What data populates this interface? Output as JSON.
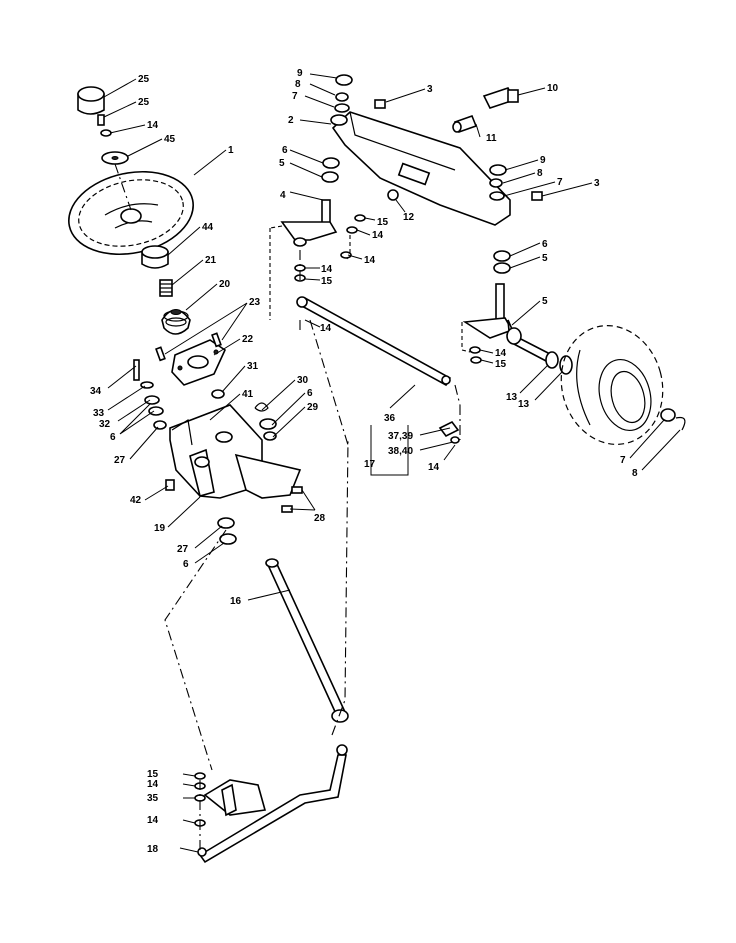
{
  "callouts": [
    {
      "id": "c1",
      "text": "25"
    },
    {
      "id": "c2",
      "text": "25"
    },
    {
      "id": "c3",
      "text": "14"
    },
    {
      "id": "c4",
      "text": "45"
    },
    {
      "id": "c5",
      "text": "1"
    },
    {
      "id": "c6",
      "text": "44"
    },
    {
      "id": "c7",
      "text": "21"
    },
    {
      "id": "c8",
      "text": "20"
    },
    {
      "id": "c9",
      "text": "23"
    },
    {
      "id": "c10",
      "text": "22"
    },
    {
      "id": "c11",
      "text": "34"
    },
    {
      "id": "c12",
      "text": "33"
    },
    {
      "id": "c13",
      "text": "32"
    },
    {
      "id": "c14",
      "text": "6"
    },
    {
      "id": "c15",
      "text": "27"
    },
    {
      "id": "c16",
      "text": "31"
    },
    {
      "id": "c17",
      "text": "41"
    },
    {
      "id": "c18",
      "text": "30"
    },
    {
      "id": "c19",
      "text": "6"
    },
    {
      "id": "c20",
      "text": "29"
    },
    {
      "id": "c21",
      "text": "42"
    },
    {
      "id": "c22",
      "text": "19"
    },
    {
      "id": "c23",
      "text": "28"
    },
    {
      "id": "c24",
      "text": "27"
    },
    {
      "id": "c25",
      "text": "6"
    },
    {
      "id": "c26",
      "text": "16"
    },
    {
      "id": "c27",
      "text": "9"
    },
    {
      "id": "c28",
      "text": "8"
    },
    {
      "id": "c29",
      "text": "7"
    },
    {
      "id": "c30",
      "text": "3"
    },
    {
      "id": "c31",
      "text": "10"
    },
    {
      "id": "c32",
      "text": "2"
    },
    {
      "id": "c33",
      "text": "11"
    },
    {
      "id": "c34",
      "text": "6"
    },
    {
      "id": "c35",
      "text": "5"
    },
    {
      "id": "c36",
      "text": "9"
    },
    {
      "id": "c37",
      "text": "8"
    },
    {
      "id": "c38",
      "text": "7"
    },
    {
      "id": "c39",
      "text": "3"
    },
    {
      "id": "c40",
      "text": "12"
    },
    {
      "id": "c41",
      "text": "4"
    },
    {
      "id": "c42",
      "text": "15"
    },
    {
      "id": "c43",
      "text": "14"
    },
    {
      "id": "c44",
      "text": "14"
    },
    {
      "id": "c45",
      "text": "14"
    },
    {
      "id": "c46",
      "text": "15"
    },
    {
      "id": "c47",
      "text": "14"
    },
    {
      "id": "c48",
      "text": "6"
    },
    {
      "id": "c49",
      "text": "5"
    },
    {
      "id": "c50",
      "text": "5"
    },
    {
      "id": "c51",
      "text": "14"
    },
    {
      "id": "c52",
      "text": "15"
    },
    {
      "id": "c53",
      "text": "36"
    },
    {
      "id": "c54",
      "text": "37,39"
    },
    {
      "id": "c55",
      "text": "38,40"
    },
    {
      "id": "c56",
      "text": "17"
    },
    {
      "id": "c57",
      "text": "14"
    },
    {
      "id": "c58",
      "text": "13"
    },
    {
      "id": "c59",
      "text": "13"
    },
    {
      "id": "c60",
      "text": "7"
    },
    {
      "id": "c61",
      "text": "8"
    },
    {
      "id": "c62",
      "text": "15"
    },
    {
      "id": "c63",
      "text": "14"
    },
    {
      "id": "c64",
      "text": "35"
    },
    {
      "id": "c65",
      "text": "14"
    },
    {
      "id": "c66",
      "text": "18"
    }
  ]
}
